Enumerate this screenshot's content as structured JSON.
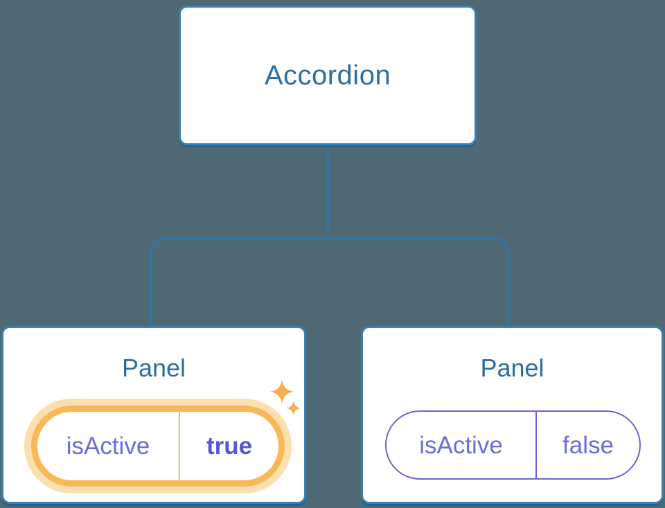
{
  "tree": {
    "root": {
      "label": "Accordion"
    },
    "children": [
      {
        "title": "Panel",
        "prop_name": "isActive",
        "prop_value": "true",
        "highlighted": true
      },
      {
        "title": "Panel",
        "prop_name": "isActive",
        "prop_value": "false",
        "highlighted": false
      }
    ]
  },
  "icons": {
    "sparkles": "four-point-star-sparkles"
  },
  "colors": {
    "background": "#4e6973",
    "node_background": "#ffffff",
    "node_border": "#3b80b5",
    "node_bottom_shadow": "#2b608d",
    "connector_line": "#2d76a9",
    "title_text": "#2e6f9f",
    "prop_text": "#6c6cdb",
    "prop_value_active_text": "#5856d6",
    "highlight_ring": "#f8b858",
    "highlight_glow": "#fcdfae",
    "highlight_divider": "#f6b45c",
    "inactive_pill_border": "#6765d8",
    "sparkle": "#f6ad4e"
  }
}
